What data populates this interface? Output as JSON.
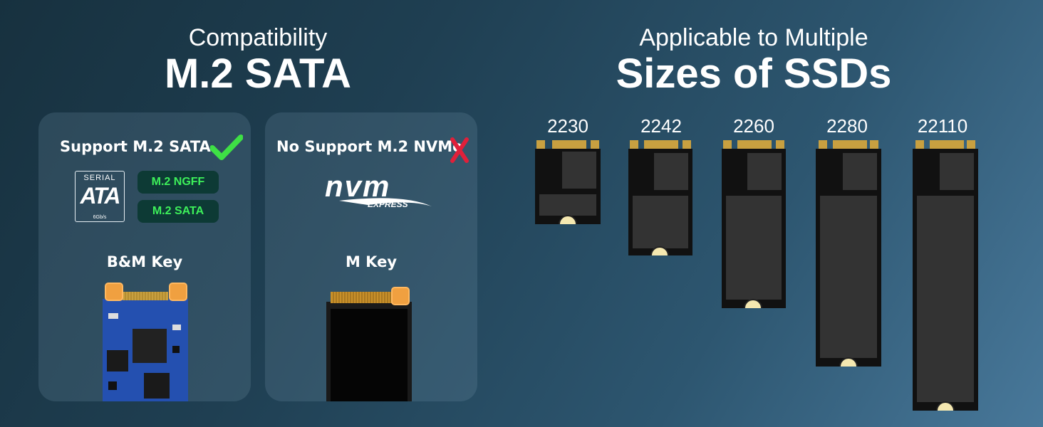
{
  "left_header": {
    "subtitle": "Compatibility",
    "title": "M.2 SATA"
  },
  "right_header": {
    "subtitle": "Applicable to Multiple",
    "title": "Sizes of SSDs"
  },
  "sata_panel": {
    "title": "Support M.2 SATA",
    "logo_top": "SERIAL",
    "logo_main": "ATA",
    "logo_bottom": "6Gb/s",
    "badges": [
      "M.2 NGFF",
      "M.2 SATA"
    ],
    "key_label": "B&M Key",
    "status_icon": "checkmark-icon",
    "status_color": "#3ee045"
  },
  "nvme_panel": {
    "title": "No Support M.2 NVMe",
    "logo_main": "nvm",
    "logo_sub": "EXPRESS",
    "key_label": "M Key",
    "status_icon": "x-mark-icon",
    "status_color": "#e0203a"
  },
  "ssd_sizes": [
    "2230",
    "2242",
    "2260",
    "2280",
    "22110"
  ],
  "colors": {
    "badge_bg": "#0d3a35",
    "badge_text": "#3df05a",
    "connector_highlight": "#f0a040",
    "pcb_blue": "#2450b0"
  }
}
